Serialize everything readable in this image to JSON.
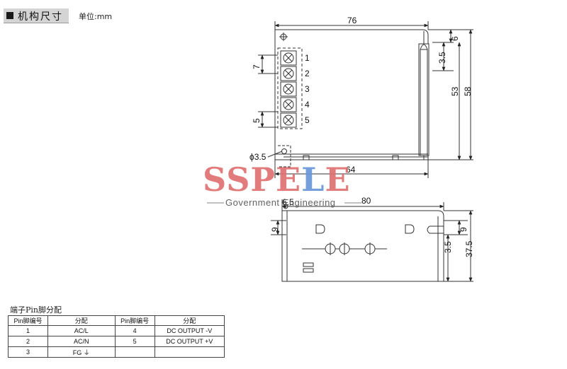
{
  "header": {
    "title": "机构尺寸",
    "unit_label": "单位:mm"
  },
  "drawing": {
    "dimensions": {
      "width_76": "76",
      "mount_6": "6",
      "mount_3_5": "3.5",
      "height_53": "53",
      "height_58": "58",
      "pitch_7": "7",
      "term_5": "5",
      "hole_phi": "ϕ3.5",
      "width_64": "64",
      "side_6_5": "6.5",
      "side_80": "80",
      "side_9_left": "9",
      "side_9_right": "9",
      "side_3_5": "3.5",
      "side_37_5": "37.5"
    },
    "terminal_numbers": [
      "1",
      "2",
      "3",
      "4",
      "5"
    ]
  },
  "watermark": {
    "brand": "SSPELE",
    "subtitle": "Government Engineering",
    "colors": {
      "s": "#e06b6b",
      "p": "#e06b6b",
      "e": "#e06b6b",
      "l1": "#5c8ed6",
      "l2": "#5c8ed6",
      "e2": "#e06b6b"
    }
  },
  "pin_table": {
    "title": "端子Pin脚分配",
    "headers": [
      "Pin脚编号",
      "分配",
      "Pin脚编号",
      "分配"
    ],
    "rows": [
      [
        "1",
        "AC/L",
        "4",
        "DC OUTPUT -V"
      ],
      [
        "2",
        "AC/N",
        "5",
        "DC OUTPUT +V"
      ],
      [
        "3",
        "FG ⏚",
        "",
        ""
      ]
    ]
  }
}
